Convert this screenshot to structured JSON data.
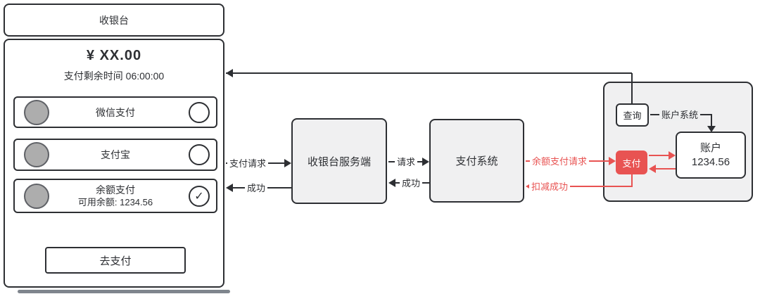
{
  "colors": {
    "ink": "#2d2f33",
    "red": "#e85352",
    "node_fill": "#f0f0f1"
  },
  "phone": {
    "title": "收银台",
    "amount": "¥ XX.00",
    "countdown": "支付剩余时间 06:00:00",
    "options": [
      {
        "label": "微信支付",
        "sub": "",
        "selected": false
      },
      {
        "label": "支付宝",
        "sub": "",
        "selected": false
      },
      {
        "label": "余额支付",
        "sub": "可用余额: 1234.56",
        "selected": true
      }
    ],
    "check_glyph": "✓",
    "pay_button": "去支付"
  },
  "nodes": {
    "cashier_server": "收银台服务端",
    "payment_system": "支付系统",
    "query": "查询",
    "pay": "支付",
    "account_line1": "账户",
    "account_line2": "1234.56"
  },
  "edges": {
    "pay_request": "支付请求",
    "success_to_phone": "成功",
    "request": "请求",
    "success_to_server": "成功",
    "balance_pay_request": "余额支付请求",
    "deduct_success": "扣减成功",
    "account_system": "账户系统"
  }
}
